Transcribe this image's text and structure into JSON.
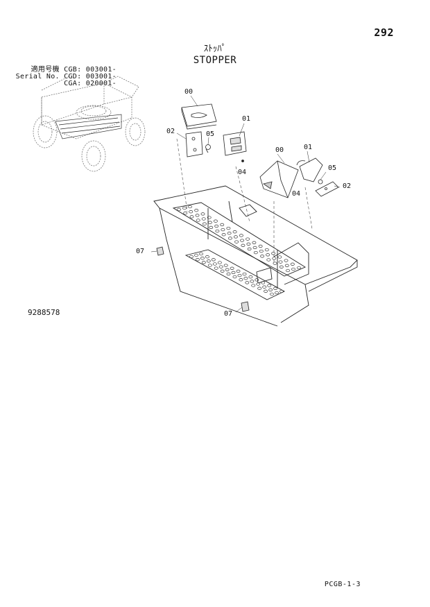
{
  "header": {
    "page_number": "292",
    "title_jp": "ｽﾄｯﾊﾟ",
    "title_en": "STOPPER"
  },
  "serial_info": {
    "line1": "適用号機 CGB: 003001-",
    "line2": "Serial No. CGD: 003001-",
    "line3": "CGA: 020001-"
  },
  "callouts": {
    "left_group": [
      "00",
      "01",
      "02",
      "05",
      "04"
    ],
    "right_group": [
      "00",
      "01",
      "05",
      "04",
      "02"
    ],
    "bottom": [
      "07",
      "07"
    ]
  },
  "drawing_number": "9288578",
  "footer_code": "PCGB-1-3"
}
